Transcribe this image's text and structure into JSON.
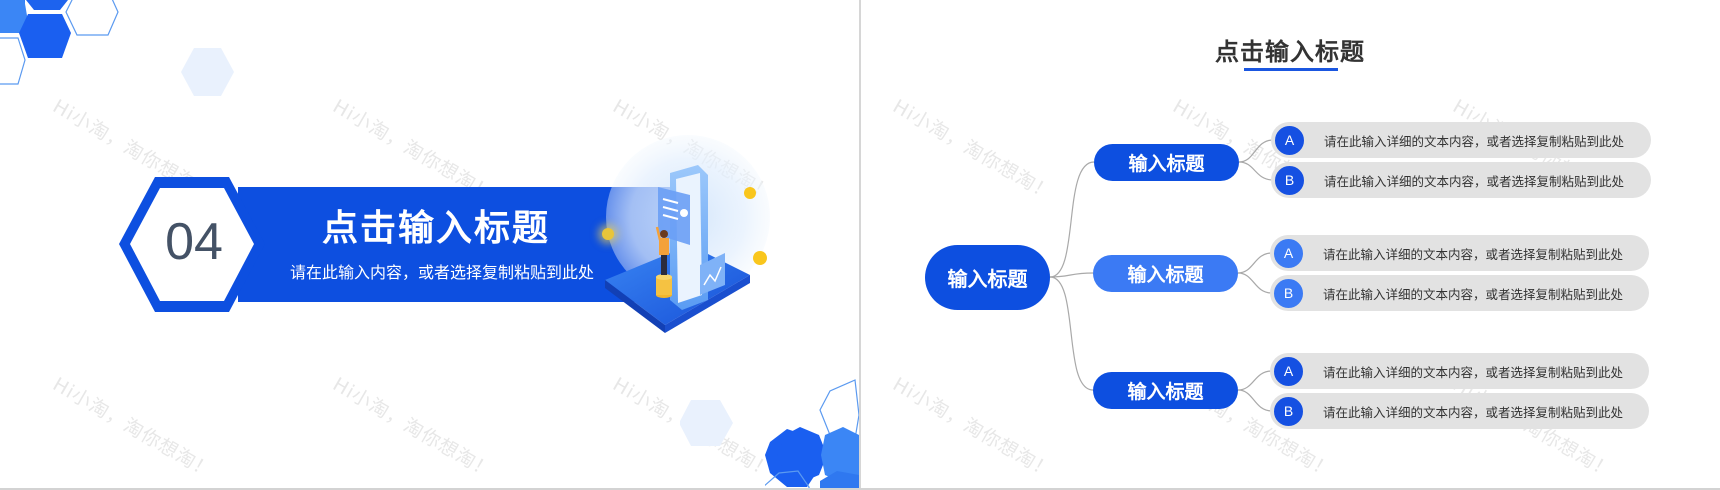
{
  "watermark_text": "Hi小淘，淘你想淘！",
  "colors": {
    "primary": "#0d4fe0",
    "primary_light": "#3b7af4",
    "pale_hex": "#e9f1fd",
    "leaf_bg": "#e2e2e2",
    "number_text": "#445266"
  },
  "left_slide": {
    "section_number": "04",
    "title": "点击输入标题",
    "subtitle": "请在此输入内容，或者选择复制粘贴到此处",
    "illustration": "isometric-phone-person-coins"
  },
  "right_slide": {
    "title": "点击输入标题",
    "root_node": "输入标题",
    "branches": [
      {
        "label": "输入标题",
        "items": [
          {
            "badge": "A",
            "text": "请在此输入详细的文本内容，或者选择复制粘贴到此处"
          },
          {
            "badge": "B",
            "text": "请在此输入详细的文本内容，或者选择复制粘贴到此处"
          }
        ]
      },
      {
        "label": "输入标题",
        "items": [
          {
            "badge": "A",
            "text": "请在此输入详细的文本内容，或者选择复制粘贴到此处"
          },
          {
            "badge": "B",
            "text": "请在此输入详细的文本内容，或者选择复制粘贴到此处"
          }
        ]
      },
      {
        "label": "输入标题",
        "items": [
          {
            "badge": "A",
            "text": "请在此输入详细的文本内容，或者选择复制粘贴到此处"
          },
          {
            "badge": "B",
            "text": "请在此输入详细的文本内容，或者选择复制粘贴到此处"
          }
        ]
      }
    ]
  }
}
